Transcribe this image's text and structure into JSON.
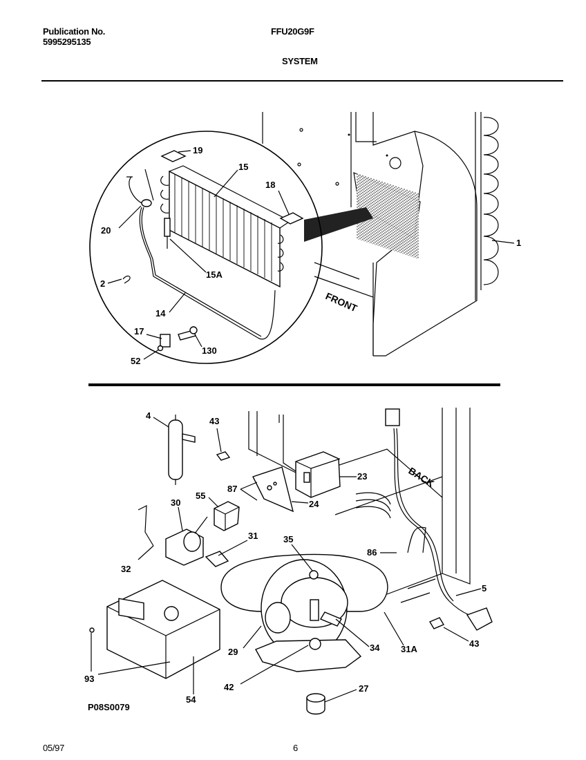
{
  "header": {
    "publication_label": "Publication No.",
    "publication_number": "5995295135",
    "model": "FFU20G9F",
    "section": "SYSTEM"
  },
  "footer": {
    "date": "05/97",
    "page": "6",
    "figure_code": "P08S0079"
  },
  "callouts": {
    "c19": "19",
    "c15": "15",
    "c18": "18",
    "c20": "20",
    "c2": "2",
    "c15A": "15A",
    "c14": "14",
    "c17": "17",
    "c52": "52",
    "c130": "130",
    "c1": "1",
    "front": "FRONT",
    "c4": "4",
    "c43a": "43",
    "c87": "87",
    "c23": "23",
    "back": "BACK",
    "c24": "24",
    "c55": "55",
    "c30": "30",
    "c31": "31",
    "c35": "35",
    "c86": "86",
    "c32": "32",
    "c5": "5",
    "c29": "29",
    "c34": "34",
    "c31A": "31A",
    "c43b": "43",
    "c93": "93",
    "c42": "42",
    "c27": "27",
    "c54": "54"
  }
}
